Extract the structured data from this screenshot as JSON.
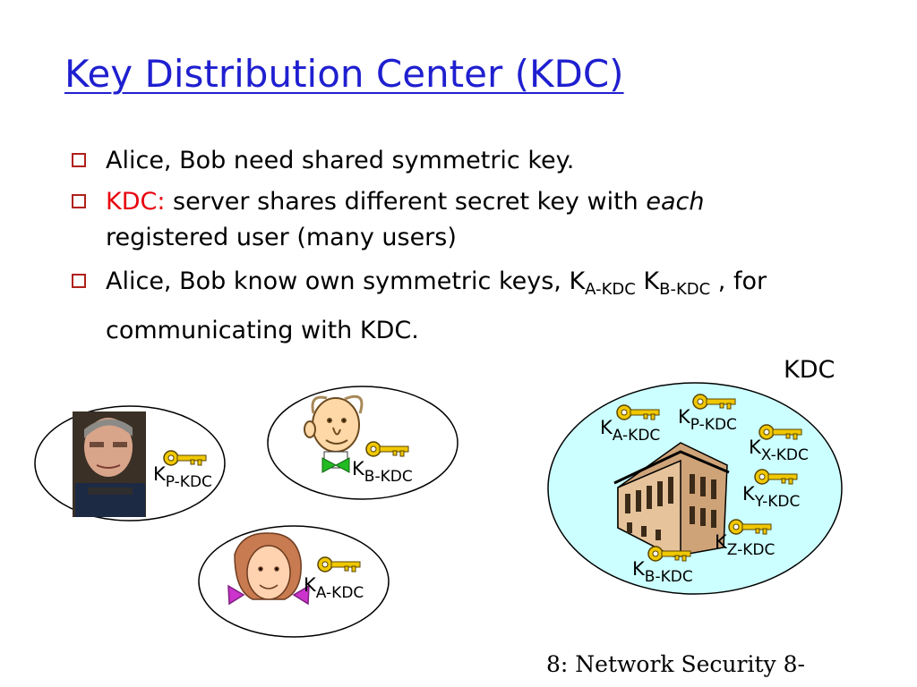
{
  "slide": {
    "title": "Key Distribution Center (KDC)",
    "bullets": [
      {
        "text": "Alice, Bob need shared symmetric key."
      },
      {
        "prefix": "KDC:",
        "text": " server shares different secret key with ",
        "emph": "each",
        "text2": "registered user (many users)"
      },
      {
        "text": "Alice, Bob know own symmetric keys, K",
        "sub1": "A-KDC",
        "mid": " K",
        "sub2": "B-KDC",
        "tail": " , for",
        "line2": "communicating with KDC."
      }
    ],
    "kdc_label": "KDC",
    "footer": "8: Network Security   8-"
  },
  "user_keys": {
    "p": {
      "k": "K",
      "sub": "P-KDC"
    },
    "b": {
      "k": "K",
      "sub": "B-KDC"
    },
    "a": {
      "k": "K",
      "sub": "A-KDC"
    }
  },
  "kdc_keys": {
    "a": {
      "k": "K",
      "sub": "A-KDC"
    },
    "p": {
      "k": "K",
      "sub": "P-KDC"
    },
    "x": {
      "k": "K",
      "sub": "X-KDC"
    },
    "y": {
      "k": "K",
      "sub": "Y-KDC"
    },
    "z": {
      "k": "K",
      "sub": "Z-KDC"
    },
    "b": {
      "k": "K",
      "sub": "B-KDC"
    }
  },
  "colors": {
    "title": "#1f1fd0",
    "accent_red": "#e8000c",
    "kdc_fill": "#ccffff",
    "key_gold": "#f0c800"
  }
}
